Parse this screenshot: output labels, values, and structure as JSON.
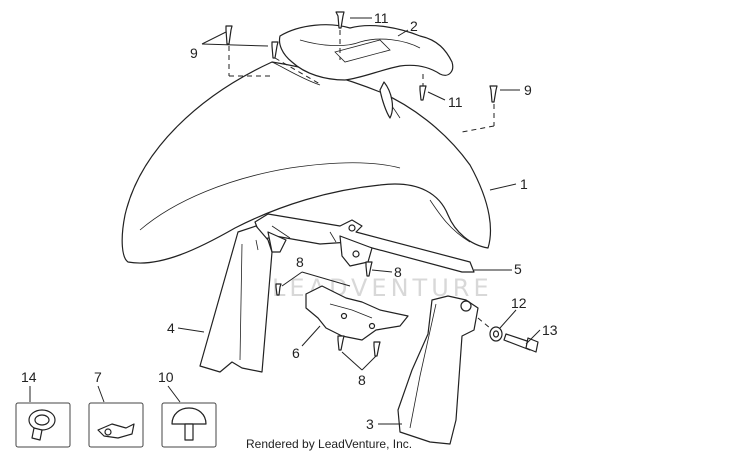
{
  "watermark": "LEADVENTURE",
  "credit": "Rendered by LeadVenture, Inc.",
  "callouts": {
    "front_fender": "1",
    "fender_trim": "2",
    "right_fork_guard": "3",
    "left_fork_guard": "4",
    "fender_bracket": "5",
    "mount_plate": "6",
    "screw_inset": "7",
    "screws_lower": "8",
    "screws_bracket": "8",
    "screws_left": "9",
    "screw_right": "9",
    "bushing_inset": "10",
    "screw_upper": "11",
    "screw_middle": "11",
    "washer": "12",
    "bolt": "13",
    "grommet_inset": "14"
  }
}
